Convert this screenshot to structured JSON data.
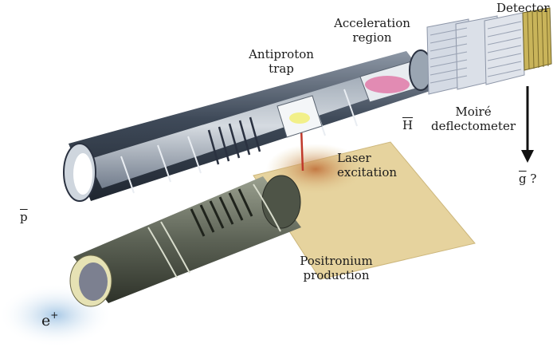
{
  "labels": {
    "detector": "Detector",
    "acceleration_line1": "Acceleration",
    "acceleration_line2": "region",
    "antiproton_line1": "Antiproton",
    "antiproton_line2": "trap",
    "moire_line1": "Moiré",
    "moire_line2": "deflectometer",
    "antihydrogen": "H",
    "laser_line1": "Laser",
    "laser_line2": "excitation",
    "gravity_symbol": "g",
    "gravity_question": "?",
    "antiproton_symbol": "p",
    "positronium_line1": "Positronium",
    "positronium_line2": "production",
    "positron_base": "e",
    "positron_charge": "+"
  },
  "colors": {
    "tube_outer": "#4a5564",
    "tube_inner": "#cfd6de",
    "positron_tube": "#6c7263",
    "positron_rim": "#e6e2b4",
    "target_plate": "#e3cf98",
    "laser_spot": "#c98a55",
    "laser_beam": "#c0392b",
    "antihydrogen_glow": "#e07aa8",
    "trap_glow": "#f2f08a",
    "grating": "#cfd6e2",
    "detector": "#b9a64a",
    "positron_beam": "#bcd6ec"
  }
}
